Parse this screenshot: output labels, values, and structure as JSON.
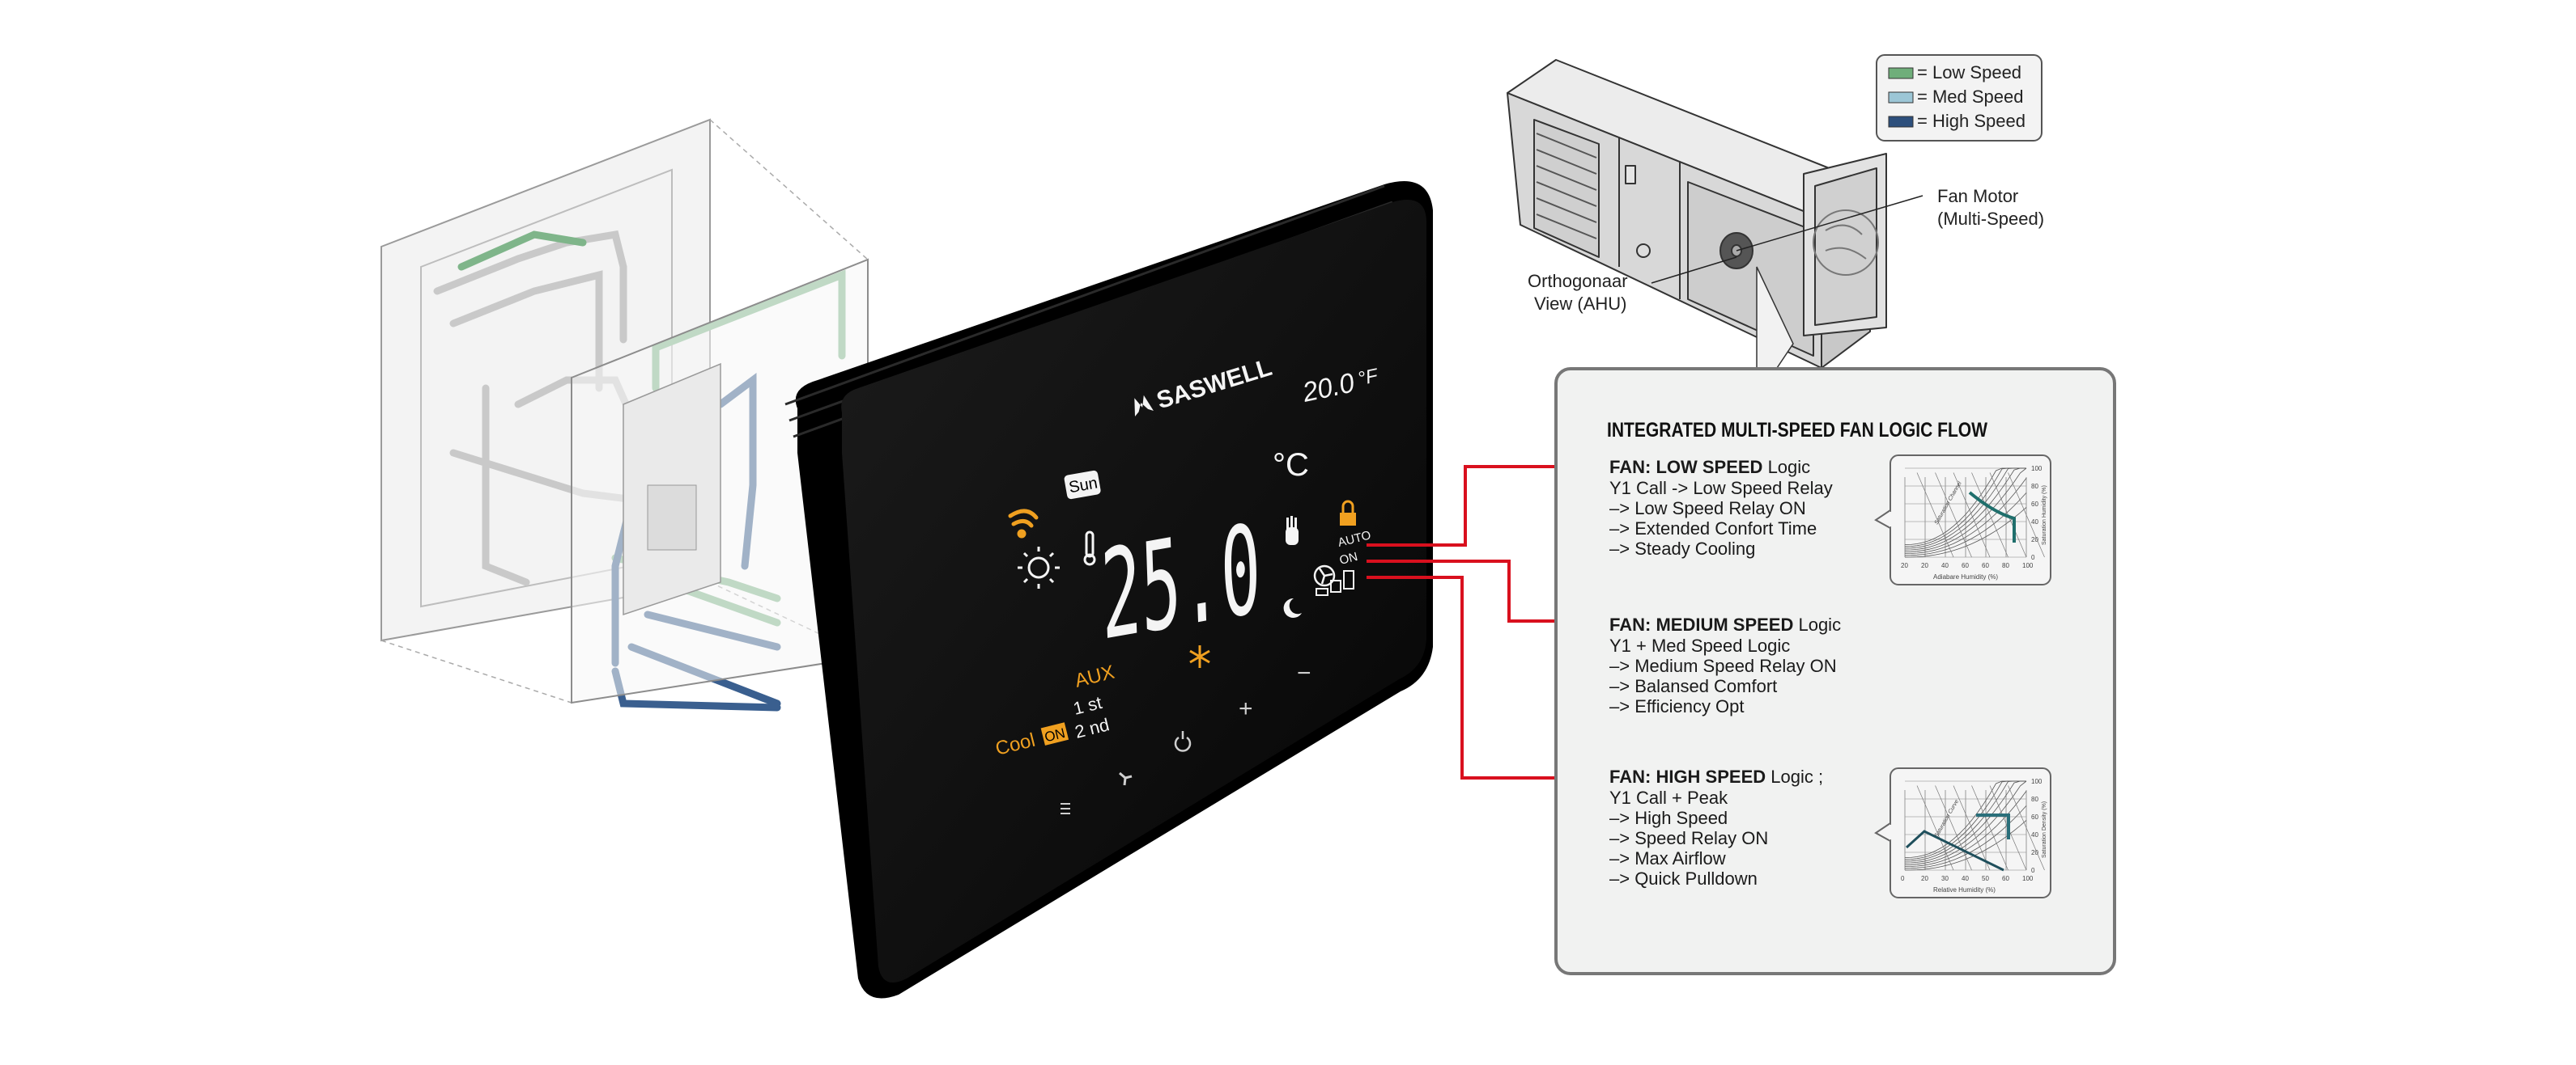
{
  "thermostat": {
    "brand": "SASWELL",
    "set_temp": "20.0",
    "set_unit": "°F",
    "current_temp": "25.0",
    "current_unit": "°C",
    "day": "Sun",
    "mode_cool": "Cool",
    "mode_on_badge": "ON",
    "aux_label": "AUX",
    "stage_1": "1 st",
    "stage_2": "2 nd",
    "fan_auto": "AUTO",
    "fan_on": "ON",
    "button_plus": "+",
    "button_minus": "−",
    "colors": {
      "lcd": "#f4f4f4",
      "accent": "#f0a020",
      "body": "#0d0d0d"
    }
  },
  "legend": {
    "items": [
      {
        "label": "= Low Speed",
        "color": "#6fae7a"
      },
      {
        "label": "= Med Speed",
        "color": "#9cc6d6"
      },
      {
        "label": "= High Speed",
        "color": "#2d4f7c"
      }
    ]
  },
  "ahu": {
    "fan_motor_label_1": "Fan Motor",
    "fan_motor_label_2": "(Multi-Speed)",
    "view_label_1": "Orthogonaar",
    "view_label_2": "View (AHU)"
  },
  "logic_panel": {
    "title": "INTEGRATED MULTI-SPEED FAN LOGIC FLOW",
    "connector_color": "#d9101e",
    "sections": [
      {
        "heading_bold": "FAN: LOW SPEED",
        "heading_rest": " Logic",
        "lines": [
          "Y1 Call -> Low Speed Relay",
          "–> Low Speed Relay ON",
          "–> Extended Confort Time",
          "–> Steady Cooling"
        ]
      },
      {
        "heading_bold": "FAN: MEDIUM SPEED",
        "heading_rest": " Logic",
        "lines": [
          "Y1 + Med Speed Logic",
          "–> Medium Speed Relay ON",
          "–> Balansed Comfort",
          "–> Efficiency Opt"
        ]
      },
      {
        "heading_bold": "FAN: HIGH SPEED",
        "heading_rest": " Logic ;",
        "lines": [
          "Y1 Call + Peak",
          "–> High Speed",
          "–> Speed Relay ON",
          "–> Max Airflow",
          "–> Quick Pulldown"
        ]
      }
    ],
    "charts": [
      {
        "x_ticks": [
          "20",
          "20",
          "40",
          "60",
          "60",
          "80",
          "100"
        ],
        "y_ticks": [
          "0",
          "20",
          "40",
          "60",
          "80",
          "100"
        ],
        "xlabel": "Adiabare Humidity (%)",
        "ylabel": "Saturation Humidity (%)",
        "curve_label": "Saturation Channel"
      },
      {
        "x_ticks": [
          "0",
          "20",
          "30",
          "40",
          "50",
          "60",
          "100"
        ],
        "y_ticks": [
          "0",
          "20",
          "40",
          "60",
          "80",
          "100"
        ],
        "xlabel": "Relative Humidity (%)",
        "ylabel": "Saturation Density (%)",
        "curve_label": "Saturation Curve"
      }
    ]
  }
}
